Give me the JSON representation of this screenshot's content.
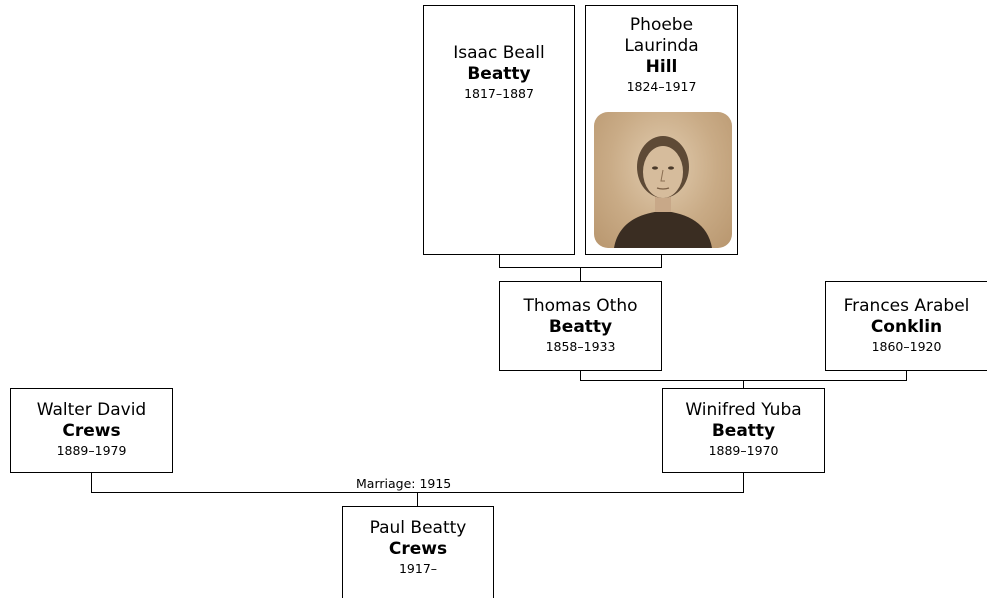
{
  "people": {
    "isaac": {
      "given": "Isaac Beall",
      "surname": "Beatty",
      "dates": "1817–1887"
    },
    "phoebe": {
      "given": "Phoebe Laurinda",
      "surname": "Hill",
      "dates": "1824–1917",
      "photo": "portrait-photo"
    },
    "thomas": {
      "given": "Thomas Otho",
      "surname": "Beatty",
      "dates": "1858–1933"
    },
    "frances": {
      "given": "Frances Arabel",
      "surname": "Conklin",
      "dates": "1860–1920"
    },
    "walter": {
      "given": "Walter David",
      "surname": "Crews",
      "dates": "1889–1979"
    },
    "winifred": {
      "given": "Winifred Yuba",
      "surname": "Beatty",
      "dates": "1889–1970"
    },
    "paul": {
      "given": "Paul Beatty",
      "surname": "Crews",
      "dates": "1917–"
    }
  },
  "marriages": {
    "walter_winifred": "Marriage: 1915"
  },
  "colors": {
    "border": "#000000",
    "background": "#ffffff"
  }
}
